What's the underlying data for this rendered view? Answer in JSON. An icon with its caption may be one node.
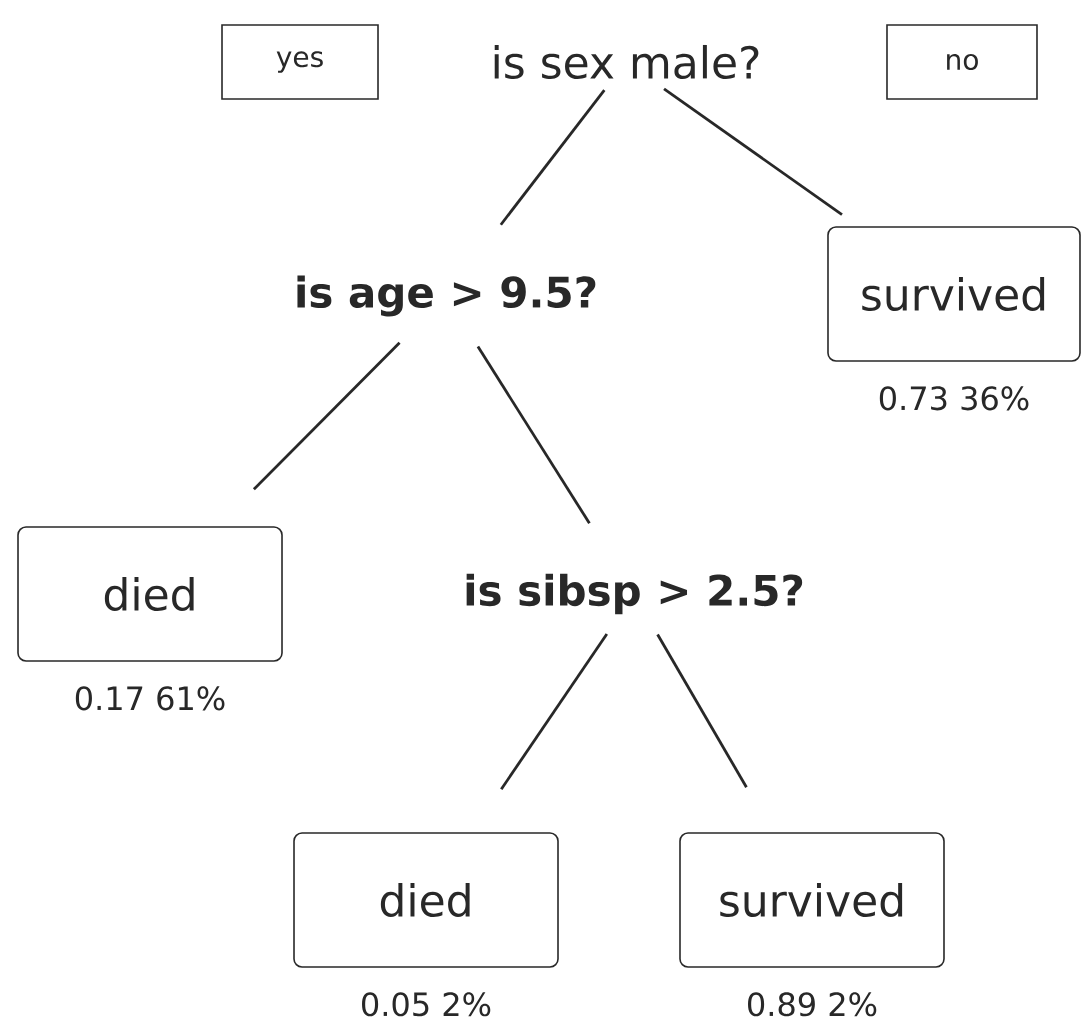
{
  "diagram": {
    "nodes": [
      {
        "text": [
          "yes"
        ]
      },
      {
        "text": [
          "is sex male?"
        ]
      },
      {
        "text": [
          "no"
        ]
      },
      {
        "text": [
          "is age > 9.5?"
        ]
      },
      {
        "text": [
          "survived"
        ],
        "beside": [
          "0.73 36%"
        ]
      },
      {
        "text": [
          "died"
        ],
        "beside": [
          "0.17 61%"
        ]
      },
      {
        "text": [
          "is sibsp > 2.5?"
        ]
      },
      {
        "text": [
          "died"
        ],
        "beside": [
          "0.05 2%"
        ]
      },
      {
        "text": [
          "survived"
        ],
        "beside": [
          "0.89 2%"
        ]
      }
    ],
    "edges": [
      {
        "from": 1,
        "to": 3,
        "arrow": "none"
      },
      {
        "from": 1,
        "to": 4,
        "arrow": "none"
      },
      {
        "from": 3,
        "to": 5,
        "arrow": "none"
      },
      {
        "from": 3,
        "to": 6,
        "arrow": "none"
      },
      {
        "from": 6,
        "to": 7,
        "arrow": "none"
      },
      {
        "from": 6,
        "to": 8,
        "arrow": "none"
      }
    ]
  }
}
